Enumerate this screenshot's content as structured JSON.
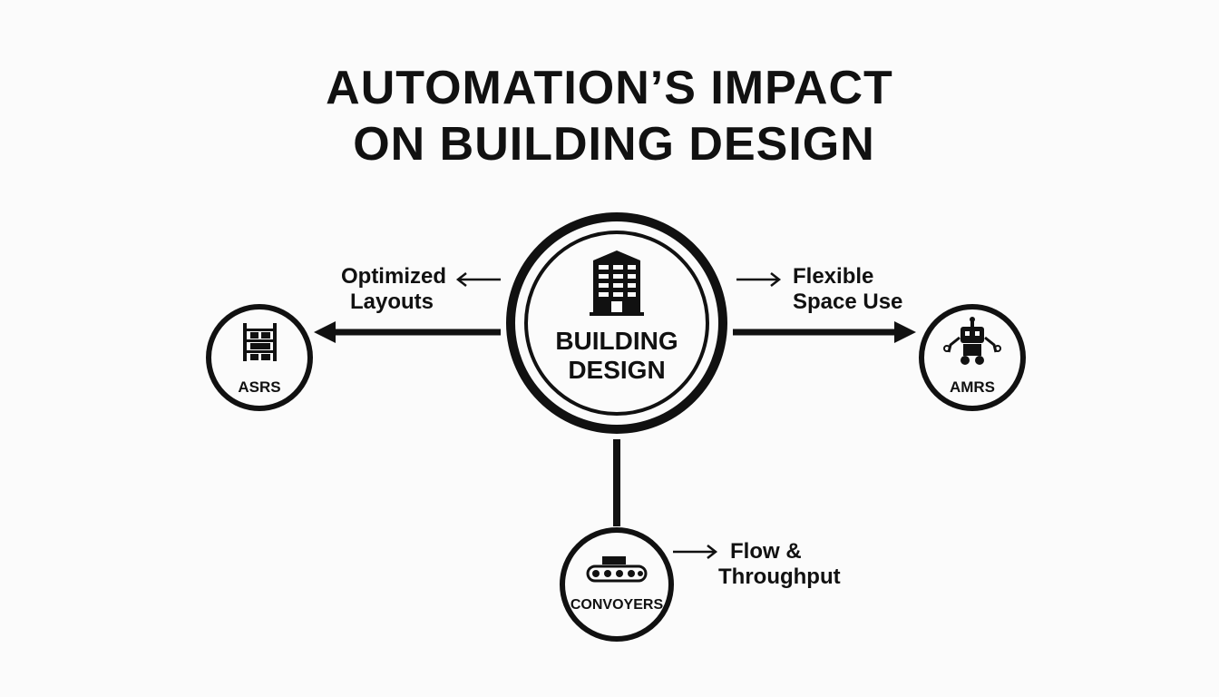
{
  "title": {
    "line1": "AUTOMATION’S IMPACT",
    "line2": "ON BUILDING DESIGN"
  },
  "center": {
    "label_line1": "BUILDING",
    "label_line2": "DESIGN",
    "icon": "building-icon"
  },
  "nodes": {
    "asrs": {
      "label": "ASRS",
      "icon": "shelving-rack-icon"
    },
    "amrs": {
      "label": "AMRS",
      "icon": "robot-icon"
    },
    "conveyors": {
      "label": "CONVOYERS",
      "icon": "conveyor-belt-icon"
    }
  },
  "annotations": {
    "asrs": {
      "line1": "Optimized",
      "line2": "Layouts"
    },
    "amrs": {
      "line1": "Flexible",
      "line2": "Space Use"
    },
    "conveyors": {
      "line1": "Flow &",
      "line2": "Throughput"
    }
  },
  "colors": {
    "ink": "#111111",
    "background": "#fbfbfb"
  }
}
